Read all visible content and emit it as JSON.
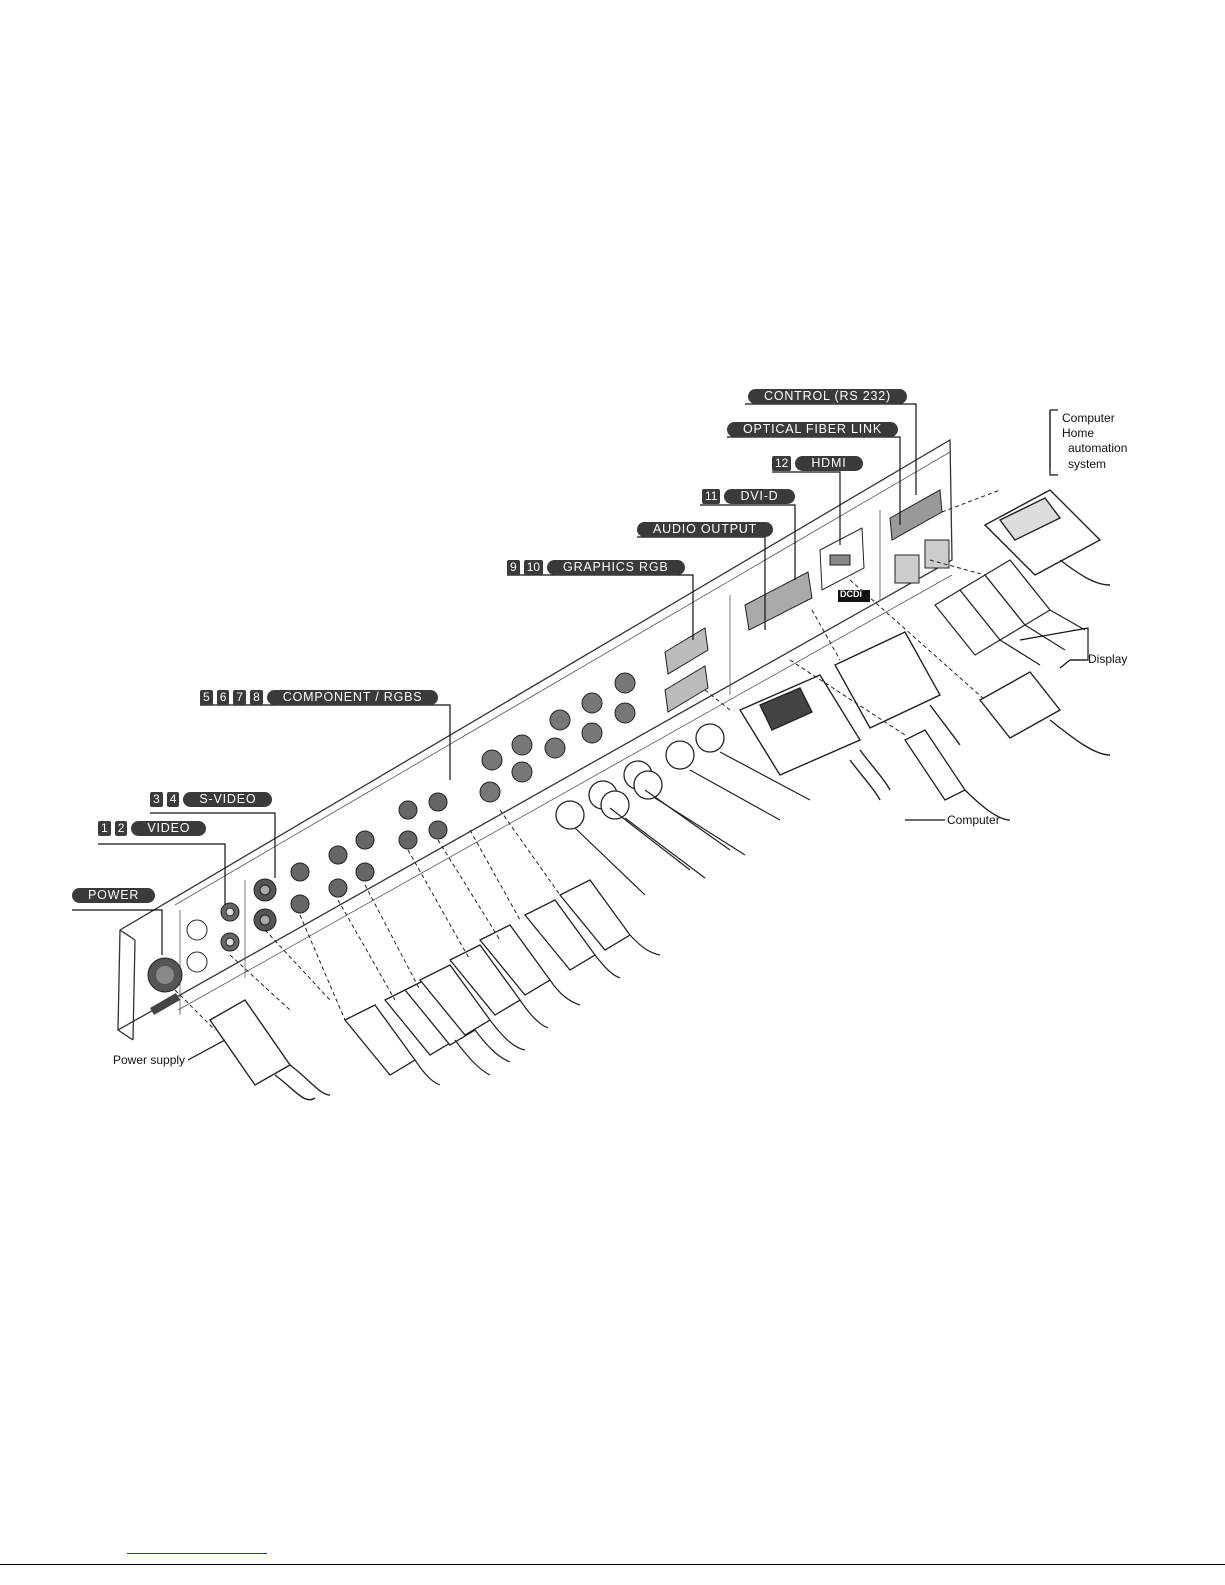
{
  "callouts": {
    "control": {
      "label": "CONTROL (RS 232)",
      "nums": []
    },
    "optical": {
      "label": "OPTICAL FIBER LINK",
      "nums": []
    },
    "hdmi": {
      "label": "HDMI",
      "nums": [
        "12"
      ]
    },
    "dvi": {
      "label": "DVI-D",
      "nums": [
        "11"
      ]
    },
    "audio": {
      "label": "AUDIO OUTPUT",
      "nums": []
    },
    "graphics": {
      "label": "GRAPHICS RGB",
      "nums": [
        "9",
        "10"
      ]
    },
    "component": {
      "label": "COMPONENT / RGBS",
      "nums": [
        "5",
        "6",
        "7",
        "8"
      ]
    },
    "svideo": {
      "label": "S-VIDEO",
      "nums": [
        "3",
        "4"
      ]
    },
    "video": {
      "label": "VIDEO",
      "nums": [
        "1",
        "2"
      ]
    },
    "power": {
      "label": "POWER",
      "nums": []
    }
  },
  "devices": {
    "computer_home_line1": "Computer",
    "computer_home_line2": "Home",
    "computer_home_line3": "automation",
    "computer_home_line4": "system",
    "display": "Display",
    "computer": "Computer",
    "power_supply": "Power supply"
  },
  "panel_brand": "DCDi"
}
